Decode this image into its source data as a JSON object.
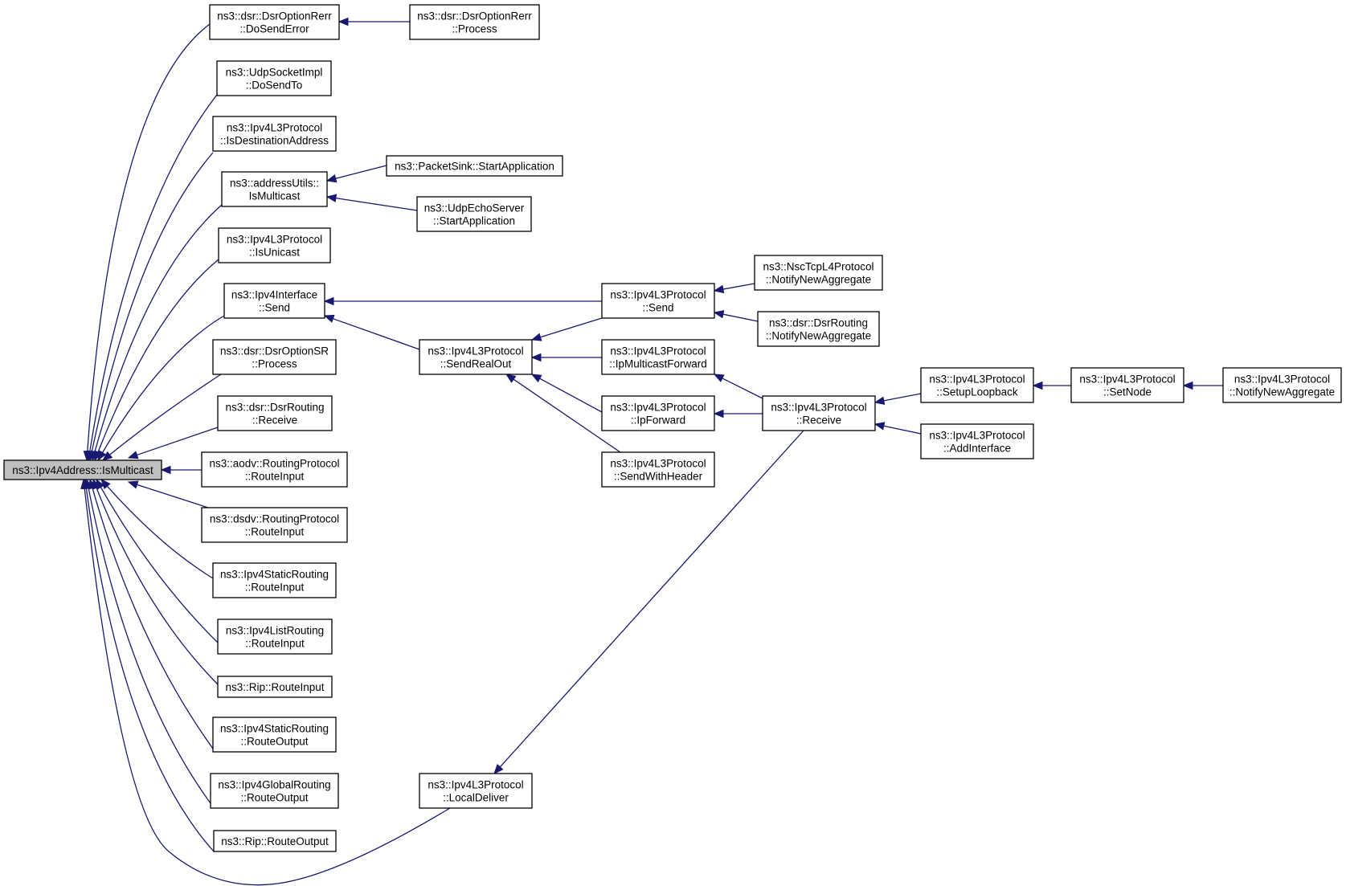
{
  "root_id": "n0",
  "nodes": [
    {
      "id": "n0",
      "lines": [
        "ns3::Ipv4Address::IsMulticast"
      ]
    },
    {
      "id": "n1",
      "lines": [
        "ns3::dsr::DsrOptionRerr",
        "::DoSendError"
      ]
    },
    {
      "id": "n2",
      "lines": [
        "ns3::dsr::DsrOptionRerr",
        "::Process"
      ]
    },
    {
      "id": "n3",
      "lines": [
        "ns3::UdpSocketImpl",
        "::DoSendTo"
      ]
    },
    {
      "id": "n4",
      "lines": [
        "ns3::Ipv4L3Protocol",
        "::IsDestinationAddress"
      ]
    },
    {
      "id": "n5",
      "lines": [
        "ns3::addressUtils::",
        "IsMulticast"
      ]
    },
    {
      "id": "n6",
      "lines": [
        "ns3::PacketSink::StartApplication"
      ]
    },
    {
      "id": "n7",
      "lines": [
        "ns3::UdpEchoServer",
        "::StartApplication"
      ]
    },
    {
      "id": "n8",
      "lines": [
        "ns3::Ipv4L3Protocol",
        "::IsUnicast"
      ]
    },
    {
      "id": "n9",
      "lines": [
        "ns3::Ipv4Interface",
        "::Send"
      ]
    },
    {
      "id": "n10",
      "lines": [
        "ns3::Ipv4L3Protocol",
        "::Send"
      ]
    },
    {
      "id": "n11",
      "lines": [
        "ns3::NscTcpL4Protocol",
        "::NotifyNewAggregate"
      ]
    },
    {
      "id": "n12",
      "lines": [
        "ns3::dsr::DsrRouting",
        "::NotifyNewAggregate"
      ]
    },
    {
      "id": "n13",
      "lines": [
        "ns3::Ipv4L3Protocol",
        "::SendRealOut"
      ]
    },
    {
      "id": "n14",
      "lines": [
        "ns3::Ipv4L3Protocol",
        "::IpMulticastForward"
      ]
    },
    {
      "id": "n15",
      "lines": [
        "ns3::Ipv4L3Protocol",
        "::IpForward"
      ]
    },
    {
      "id": "n16",
      "lines": [
        "ns3::Ipv4L3Protocol",
        "::SendWithHeader"
      ]
    },
    {
      "id": "n17",
      "lines": [
        "ns3::Ipv4L3Protocol",
        "::Receive"
      ]
    },
    {
      "id": "n18",
      "lines": [
        "ns3::Ipv4L3Protocol",
        "::SetupLoopback"
      ]
    },
    {
      "id": "n19",
      "lines": [
        "ns3::Ipv4L3Protocol",
        "::SetNode"
      ]
    },
    {
      "id": "n20",
      "lines": [
        "ns3::Ipv4L3Protocol",
        "::NotifyNewAggregate"
      ]
    },
    {
      "id": "n21",
      "lines": [
        "ns3::Ipv4L3Protocol",
        "::AddInterface"
      ]
    },
    {
      "id": "n22",
      "lines": [
        "ns3::dsr::DsrOptionSR",
        "::Process"
      ]
    },
    {
      "id": "n23",
      "lines": [
        "ns3::dsr::DsrRouting",
        "::Receive"
      ]
    },
    {
      "id": "n24",
      "lines": [
        "ns3::aodv::RoutingProtocol",
        "::RouteInput"
      ]
    },
    {
      "id": "n25",
      "lines": [
        "ns3::dsdv::RoutingProtocol",
        "::RouteInput"
      ]
    },
    {
      "id": "n26",
      "lines": [
        "ns3::Ipv4StaticRouting",
        "::RouteInput"
      ]
    },
    {
      "id": "n27",
      "lines": [
        "ns3::Ipv4ListRouting",
        "::RouteInput"
      ]
    },
    {
      "id": "n28",
      "lines": [
        "ns3::Rip::RouteInput"
      ]
    },
    {
      "id": "n29",
      "lines": [
        "ns3::Ipv4StaticRouting",
        "::RouteOutput"
      ]
    },
    {
      "id": "n30",
      "lines": [
        "ns3::Ipv4GlobalRouting",
        "::RouteOutput"
      ]
    },
    {
      "id": "n31",
      "lines": [
        "ns3::Rip::RouteOutput"
      ]
    },
    {
      "id": "n32",
      "lines": [
        "ns3::Ipv4L3Protocol",
        "::LocalDeliver"
      ]
    }
  ],
  "edges": [
    {
      "from": "n2",
      "to": "n1"
    },
    {
      "from": "n6",
      "to": "n5"
    },
    {
      "from": "n7",
      "to": "n5"
    },
    {
      "from": "n10",
      "to": "n9"
    },
    {
      "from": "n13",
      "to": "n9"
    },
    {
      "from": "n11",
      "to": "n10"
    },
    {
      "from": "n12",
      "to": "n10"
    },
    {
      "from": "n10",
      "to": "n13"
    },
    {
      "from": "n14",
      "to": "n13"
    },
    {
      "from": "n15",
      "to": "n13"
    },
    {
      "from": "n16",
      "to": "n13"
    },
    {
      "from": "n17",
      "to": "n14"
    },
    {
      "from": "n17",
      "to": "n15"
    },
    {
      "from": "n17",
      "to": "n32"
    },
    {
      "from": "n18",
      "to": "n17"
    },
    {
      "from": "n21",
      "to": "n17"
    },
    {
      "from": "n19",
      "to": "n18"
    },
    {
      "from": "n20",
      "to": "n19"
    },
    {
      "from": "n1",
      "to": "n0"
    },
    {
      "from": "n3",
      "to": "n0"
    },
    {
      "from": "n4",
      "to": "n0"
    },
    {
      "from": "n5",
      "to": "n0"
    },
    {
      "from": "n8",
      "to": "n0"
    },
    {
      "from": "n9",
      "to": "n0"
    },
    {
      "from": "n22",
      "to": "n0"
    },
    {
      "from": "n23",
      "to": "n0"
    },
    {
      "from": "n24",
      "to": "n0"
    },
    {
      "from": "n25",
      "to": "n0"
    },
    {
      "from": "n26",
      "to": "n0"
    },
    {
      "from": "n27",
      "to": "n0"
    },
    {
      "from": "n28",
      "to": "n0"
    },
    {
      "from": "n29",
      "to": "n0"
    },
    {
      "from": "n30",
      "to": "n0"
    },
    {
      "from": "n31",
      "to": "n0"
    },
    {
      "from": "n32",
      "to": "n0"
    }
  ]
}
